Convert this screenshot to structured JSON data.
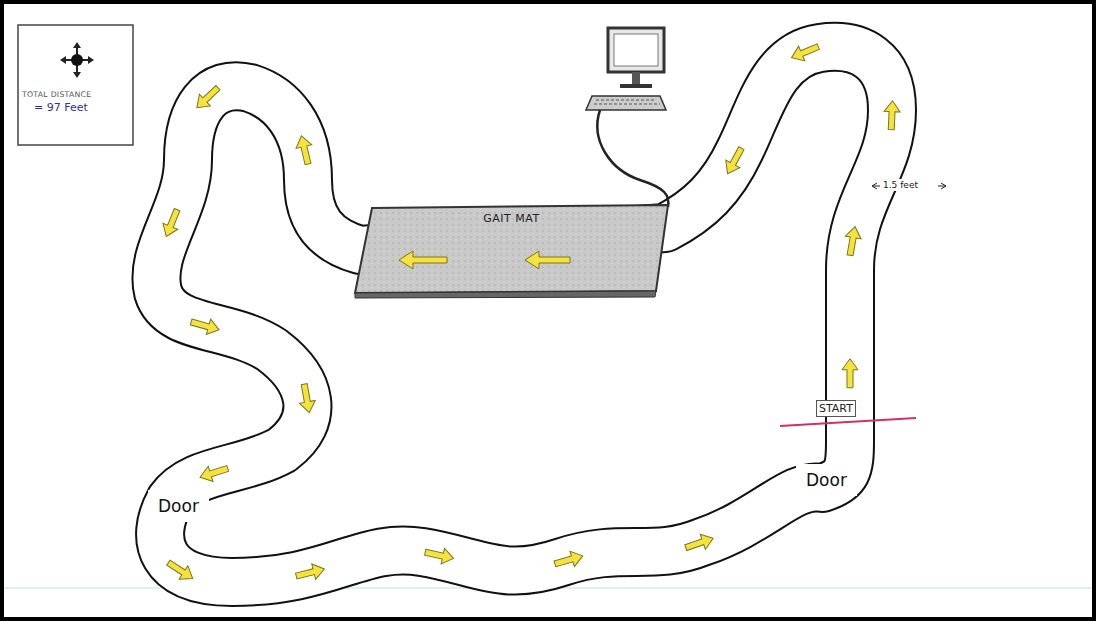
{
  "diagram": {
    "nodes": [
      {
        "text": [
          "TOTAL DISTANCE",
          "= 97 Feet"
        ]
      },
      {
        "text": [
          "GAIT MAT"
        ]
      }
    ],
    "labels": [
      "START",
      "Door",
      "Door",
      "1.5 feet"
    ]
  }
}
